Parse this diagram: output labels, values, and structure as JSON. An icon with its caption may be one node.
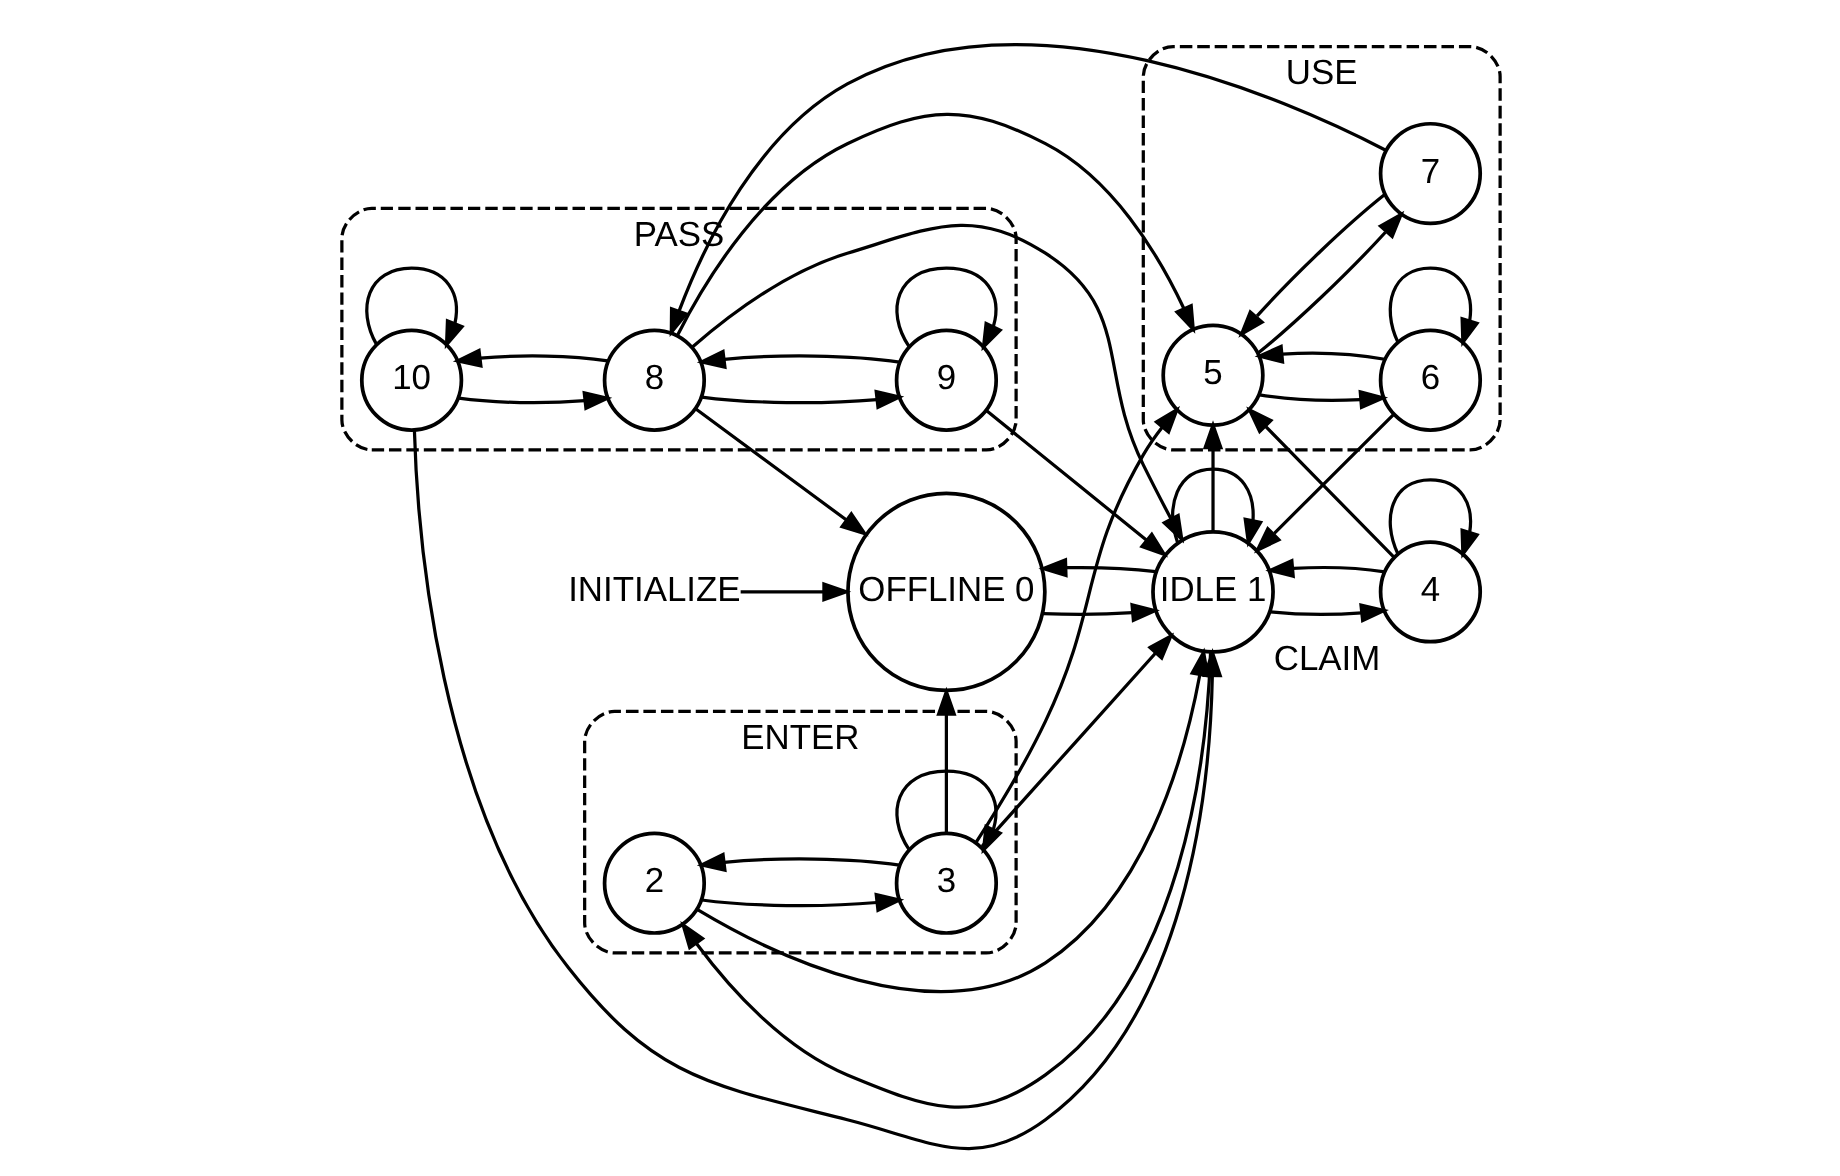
{
  "diagram": {
    "nodes": [
      {
        "text": [
          "INITIALIZE"
        ]
      },
      {
        "text": [
          "OFFLINE 0"
        ]
      },
      {
        "text": [
          "ENTER"
        ]
      },
      {
        "text": [
          "2"
        ],
        "in": 2
      },
      {
        "text": [
          "3"
        ],
        "in": 2
      },
      {
        "text": [
          "4"
        ],
        "beside": [
          "CLAIM"
        ]
      },
      {
        "text": [
          "IDLE 1"
        ]
      },
      {
        "text": [
          "USE"
        ]
      },
      {
        "text": [
          "5"
        ],
        "in": 7
      },
      {
        "text": [
          "6"
        ],
        "in": 7
      },
      {
        "text": [
          "7"
        ],
        "in": 7
      },
      {
        "text": [
          "PASS"
        ]
      },
      {
        "text": [
          "10"
        ],
        "in": 11
      },
      {
        "text": [
          "9"
        ],
        "in": 11
      },
      {
        "text": [
          "8"
        ],
        "in": 11
      }
    ],
    "edges": [
      {
        "from": 0,
        "to": 1,
        "arrow": "to"
      },
      {
        "from": 4,
        "to": 1,
        "arrow": "to"
      },
      {
        "from": 1,
        "to": 6,
        "arrow": "to"
      },
      {
        "from": 6,
        "to": 1,
        "arrow": "to"
      },
      {
        "from": 14,
        "to": 1,
        "arrow": "to"
      },
      {
        "from": 6,
        "to": 3,
        "arrow": "to"
      },
      {
        "from": 3,
        "to": 6,
        "arrow": "to"
      },
      {
        "from": 3,
        "to": 4,
        "arrow": "to"
      },
      {
        "from": 4,
        "to": 3,
        "arrow": "to"
      },
      {
        "from": 4,
        "to": 4,
        "arrow": "to"
      },
      {
        "from": 4,
        "to": 6,
        "arrow": "to"
      },
      {
        "from": 4,
        "to": 8,
        "arrow": "to"
      },
      {
        "from": 5,
        "to": 5,
        "arrow": "to"
      },
      {
        "from": 6,
        "to": 5,
        "arrow": "to"
      },
      {
        "from": 5,
        "to": 6,
        "arrow": "to"
      },
      {
        "from": 5,
        "to": 8,
        "arrow": "to"
      },
      {
        "from": 6,
        "to": 8,
        "arrow": "to"
      },
      {
        "from": 6,
        "to": 6,
        "arrow": "to"
      },
      {
        "from": 8,
        "to": 9,
        "arrow": "to"
      },
      {
        "from": 9,
        "to": 8,
        "arrow": "to"
      },
      {
        "from": 9,
        "to": 9,
        "arrow": "to"
      },
      {
        "from": 9,
        "to": 6,
        "arrow": "to"
      },
      {
        "from": 8,
        "to": 10,
        "arrow": "to"
      },
      {
        "from": 10,
        "to": 8,
        "arrow": "to"
      },
      {
        "from": 10,
        "to": 14,
        "arrow": "to"
      },
      {
        "from": 14,
        "to": 8,
        "arrow": "to"
      },
      {
        "from": 12,
        "to": 6,
        "arrow": "to"
      },
      {
        "from": 14,
        "to": 6,
        "arrow": "to"
      },
      {
        "from": 13,
        "to": 6,
        "arrow": "to"
      },
      {
        "from": 12,
        "to": 12,
        "arrow": "to"
      },
      {
        "from": 12,
        "to": 14,
        "arrow": "to"
      },
      {
        "from": 14,
        "to": 12,
        "arrow": "to"
      },
      {
        "from": 14,
        "to": 13,
        "arrow": "to"
      },
      {
        "from": 13,
        "to": 14,
        "arrow": "to"
      },
      {
        "from": 13,
        "to": 13,
        "arrow": "to"
      }
    ]
  }
}
